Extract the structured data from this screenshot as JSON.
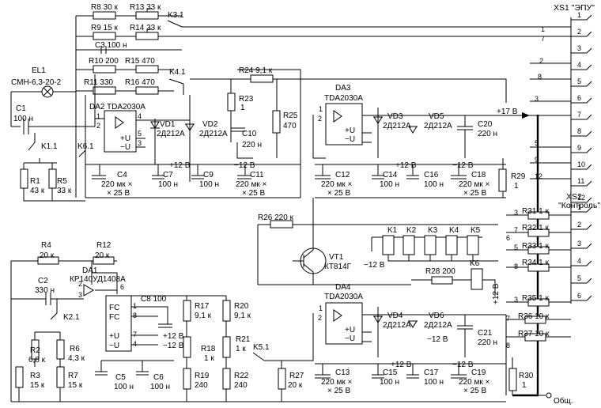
{
  "connectors": {
    "xs1": {
      "title": "XS1 \"ЭПУ\"",
      "pins": [
        "1",
        "2",
        "3",
        "4",
        "5",
        "6",
        "7",
        "8",
        "9",
        "10",
        "11",
        "12"
      ]
    },
    "xs2": {
      "title": "XS2",
      "subtitle": "\"Контроль\"",
      "pins": [
        "1",
        "2",
        "3",
        "4",
        "5",
        "6"
      ]
    }
  },
  "labels": {
    "r8": "R8 30 к",
    "r13": "R13 33 к",
    "r9": "R9 15 к",
    "r14": "R14 33 к",
    "c3": "C3 100 н",
    "k31": "K3.1",
    "r10": "R10 200",
    "r15": "R15 470",
    "r11": "R11 330",
    "r16": "R16 470",
    "k41": "K4.1",
    "el1a": "EL1",
    "el1b": "СМН-6,3-20-2",
    "c1a": "C1",
    "c1b": "100 н",
    "da2": "DA2 TDA2030A",
    "vd1a": "VD1",
    "vd1b": "2Д212A",
    "vd2a": "VD2",
    "vd2b": "2Д212A",
    "r24": "R24 9,1 к",
    "r23a": "R23",
    "r23b": "1",
    "r25a": "R25",
    "r25b": "470",
    "c10a": "C10",
    "c10b": "220 н",
    "k11": "K1.1",
    "k61": "K6.1",
    "r1a": "R1",
    "r1b": "43 к",
    "r5a": "R5",
    "r5b": "33 к",
    "c4a": "C4",
    "c4b": "220 мк ×",
    "c4c": "× 25 В",
    "c7a": "C7",
    "c7b": "100 н",
    "c9a": "C9",
    "c9b": "100 н",
    "c11a": "C11",
    "c11b": "220 мк ×",
    "c11c": "× 25 В",
    "p12a": "+12 В",
    "m12a": "−12 В",
    "da3a": "DA3",
    "da3b": "TDA2030A",
    "vd3a": "VD3",
    "vd3b": "2Д212A",
    "vd5a": "VD5",
    "vd5b": "2Д212A",
    "c20a": "C20",
    "c20b": "220 н",
    "p17": "+17 В",
    "c12a": "C12",
    "c12b": "220 мк ×",
    "c12c": "× 25 В",
    "c14a": "C14",
    "c14b": "100 н",
    "c16a": "C16",
    "c16b": "100 н",
    "c18a": "C18",
    "c18b": "220 мк ×",
    "c18c": "× 25 В",
    "p12b": "+12 В",
    "m12b": "−12 В",
    "r29a": "R29",
    "r29b": "1",
    "r26": "R26 220 к",
    "vt1a": "VT1",
    "vt1b": "КТ814Г",
    "m12c": "−12 В",
    "k1": "K1",
    "k2": "K2",
    "k3": "K3",
    "k4": "K4",
    "k5": "K5",
    "k6": "K6",
    "r28": "R28 200",
    "p12c": "+12 В",
    "r31": "R31 1 к",
    "r32": "R32 1 к",
    "r33": "R33 1 к",
    "r34": "R34 1 к",
    "r35": "R35 1 к",
    "r36": "R36 10 к",
    "r37": "R37 10 к",
    "r4a": "R4",
    "r4b": "20 к",
    "r12a": "R12",
    "r12b": "20 к",
    "da1a": "DA1",
    "da1b": "КР140УД1408А",
    "c2a": "C2",
    "c2b": "330 н",
    "c8": "C8 100",
    "fc1": "FC",
    "fc2": "FC",
    "r17a": "R17",
    "r17b": "9,1 к",
    "r20a": "R20",
    "r20b": "9,1 к",
    "k21": "K2.1",
    "r2a": "R2",
    "r2b": "6,8 к",
    "r6a": "R6",
    "r6b": "4,3 к",
    "r3a": "R3",
    "r3b": "15 к",
    "r7a": "R7",
    "r7b": "15 к",
    "p12d": "+12 В",
    "m12d": "−12 В",
    "r18a": "R18",
    "r18b": "1 к",
    "r21a": "R21",
    "r21b": "1 к",
    "k51": "K5.1",
    "r19a": "R19",
    "r19b": "240",
    "r22a": "R22",
    "r22b": "240",
    "c5a": "C5",
    "c5b": "100 н",
    "c6a": "C6",
    "c6b": "100 н",
    "da4a": "DA4",
    "da4b": "TDA2030A",
    "vd4a": "VD4",
    "vd4b": "2Д212A",
    "vd6a": "VD6",
    "vd6b": "2Д212A",
    "m12e": "−12 В",
    "c21a": "C21",
    "c21b": "220 н",
    "r27a": "R27",
    "r27b": "20 к",
    "c13a": "C13",
    "c13b": "220 мк ×",
    "c13c": "× 25 В",
    "c15a": "C15",
    "c15b": "100 н",
    "c17a": "C17",
    "c17b": "100 н",
    "c19a": "C19",
    "c19b": "220 мк ×",
    "c19c": "× 25 В",
    "p12e": "+12 В",
    "m12f": "−12 В",
    "r30a": "R30",
    "r30b": "1",
    "gnd": "Общ.",
    "opamp_u_plus": "+U",
    "opamp_u_minus": "−U",
    "pin1": "1",
    "pin2": "2",
    "pin3": "3",
    "pin4": "4",
    "pin5": "5",
    "pin6": "6",
    "pin7": "7",
    "pin8": "8",
    "pin9": "9",
    "pin12": "12"
  }
}
